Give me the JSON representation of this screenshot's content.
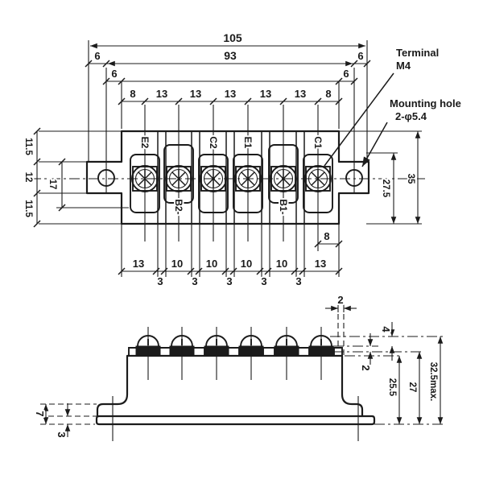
{
  "colors": {
    "ink": "#1b1b1b",
    "paper": "#ffffff"
  },
  "top_view": {
    "callouts": {
      "terminal_line1": "Terminal",
      "terminal_line2": "M4",
      "mounting_line1": "Mounting hole",
      "mounting_line2": "2-φ5.4"
    },
    "terminals": [
      "E2",
      "B2-",
      "C2",
      "E1",
      "B1-",
      "C1"
    ],
    "dims": {
      "overall": "105",
      "hole_span": "93",
      "end_left": "6",
      "end_right": "6",
      "inset_left": "6",
      "inset_right": "6",
      "pitch": [
        "8",
        "13",
        "13",
        "13",
        "13",
        "13",
        "8"
      ],
      "width_top": "11.5",
      "width_mid": "12",
      "width_bottom": "11.5",
      "tab": "17",
      "hole_offset": "27.5",
      "overall_width": "35",
      "slots": [
        "13",
        "10",
        "10",
        "10",
        "10",
        "13"
      ],
      "gaps": [
        "3",
        "3",
        "3",
        "3",
        "3"
      ],
      "terminal_edge": "8"
    }
  },
  "side_view": {
    "dims": {
      "top_gap": "2",
      "head_height": "4",
      "washer": "2",
      "body_height": "25.5",
      "stack_height": "27",
      "max_height": "32.5max.",
      "flange": "7",
      "baseplate": "3"
    }
  }
}
